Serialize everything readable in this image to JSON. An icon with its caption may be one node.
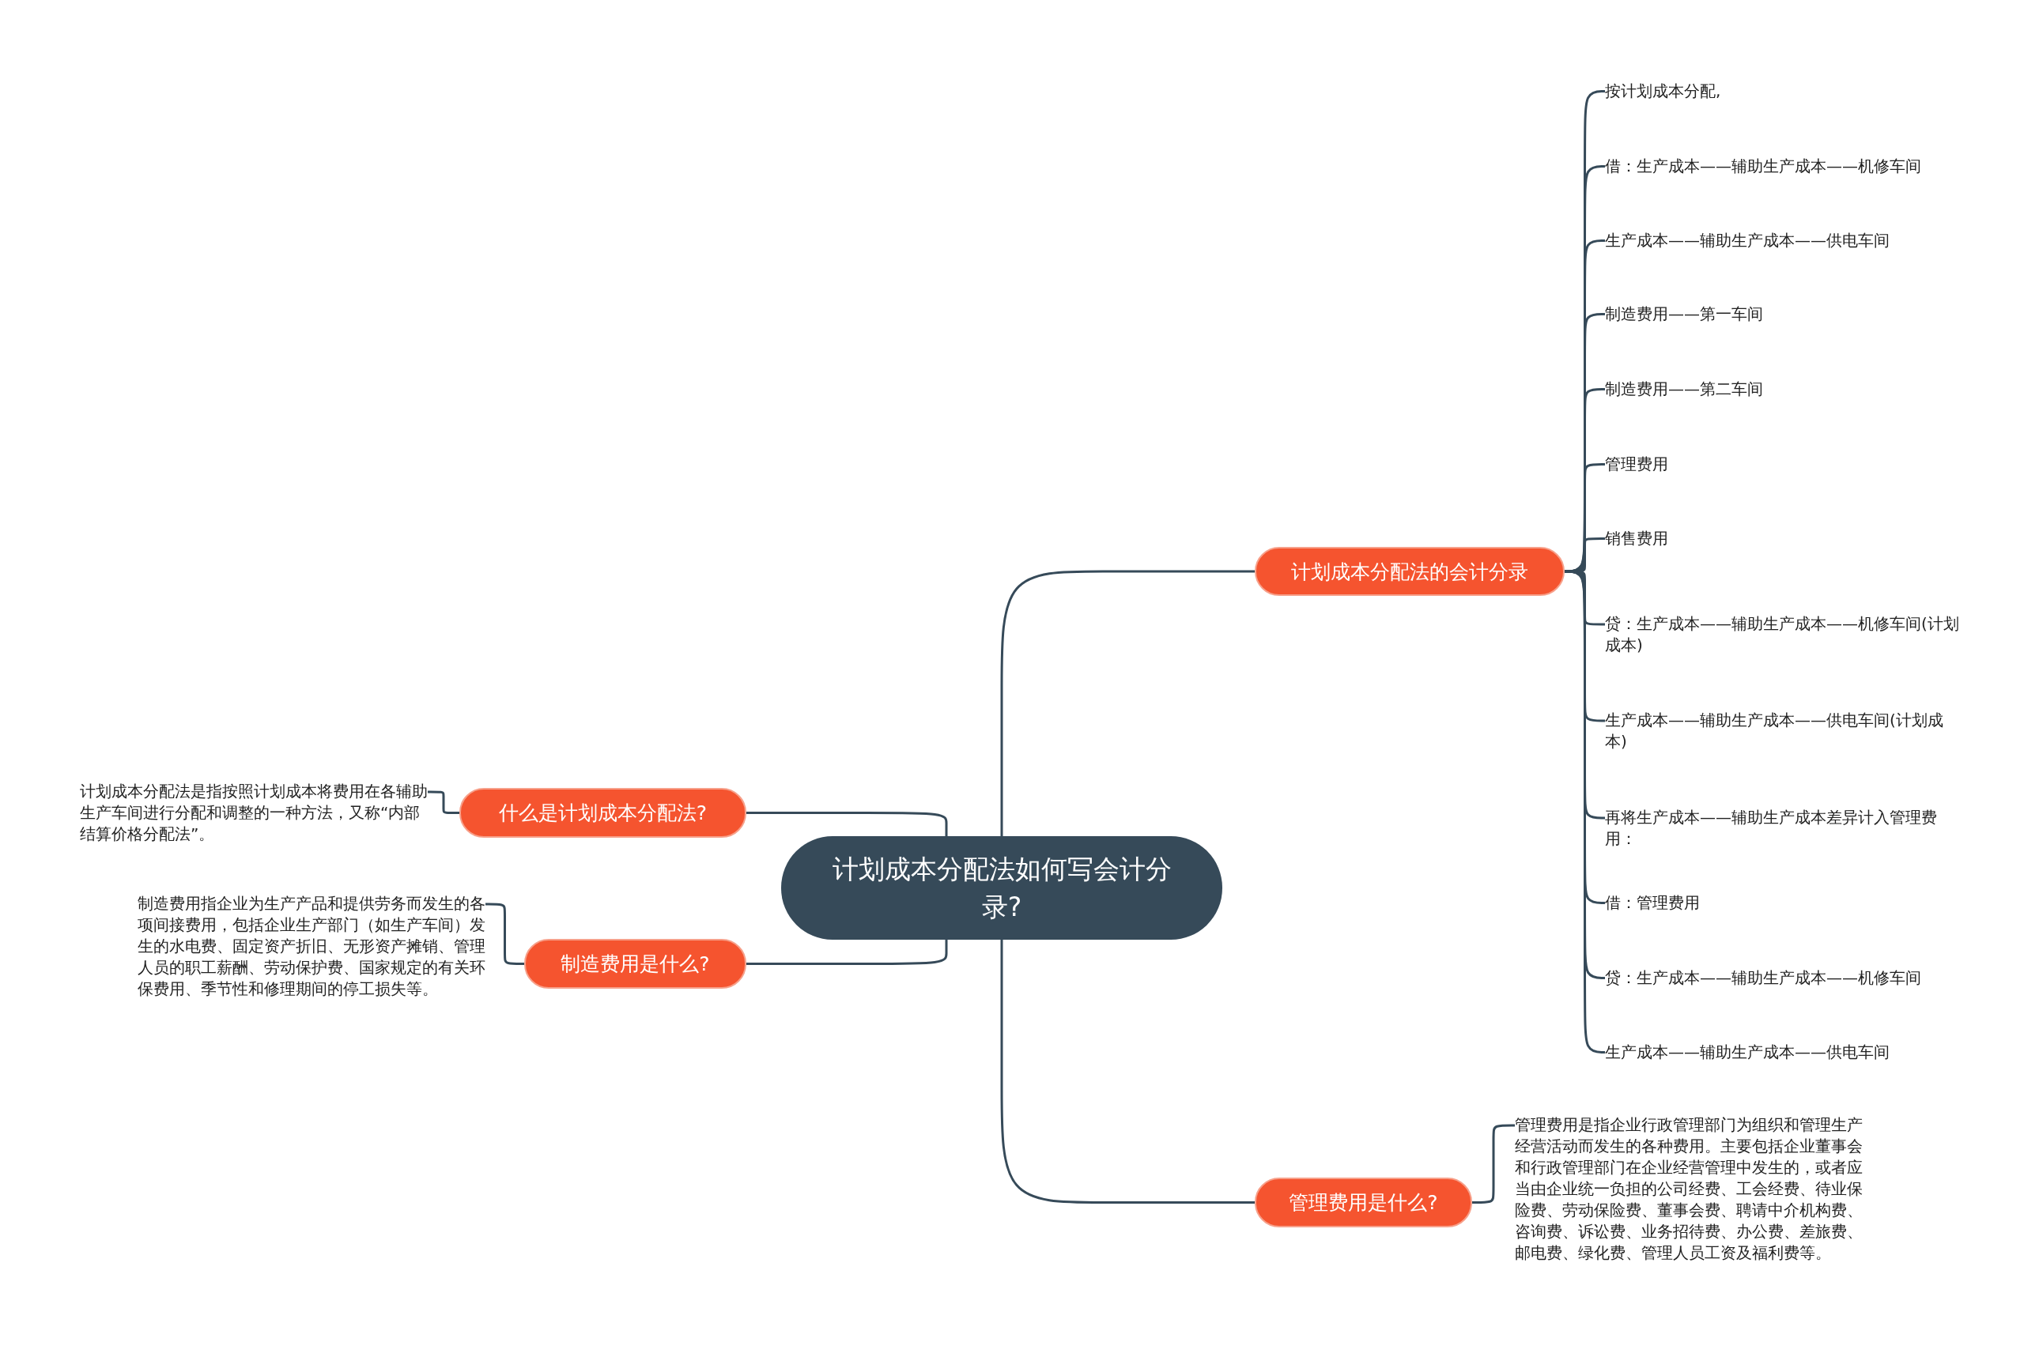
{
  "diagram": {
    "nodes": [
      {
        "text": [
          "计划成本分配法如何写会计分录?"
        ]
      },
      {
        "text": [
          "计划成本分配法的会计分录"
        ]
      },
      {
        "text": [
          "按计划成本分配,"
        ]
      },
      {
        "text": [
          "借：生产成本——辅助生产成本——机修车间"
        ]
      },
      {
        "text": [
          "生产成本——辅助生产成本——供电车间"
        ]
      },
      {
        "text": [
          "制造费用——第一车间"
        ]
      },
      {
        "text": [
          "制造费用——第二车间"
        ]
      },
      {
        "text": [
          "管理费用"
        ]
      },
      {
        "text": [
          "销售费用"
        ]
      },
      {
        "text": [
          "贷：生产成本——辅助生产成本——机修车间(计划成本)"
        ]
      },
      {
        "text": [
          "生产成本——辅助生产成本——供电车间(计划成本)"
        ]
      },
      {
        "text": [
          "再将生产成本——辅助生产成本差异计入管理费用："
        ]
      },
      {
        "text": [
          "借：管理费用"
        ]
      },
      {
        "text": [
          "贷：生产成本——辅助生产成本——机修车间"
        ]
      },
      {
        "text": [
          "生产成本——辅助生产成本——供电车间"
        ]
      },
      {
        "text": [
          "什么是计划成本分配法?"
        ]
      },
      {
        "text": [
          "计划成本分配法是指按照计划成本将费用在各辅助生产车间进行分配和调整的一种方法，又称“内部结算价格分配法”。"
        ]
      },
      {
        "text": [
          "制造费用是什么?"
        ]
      },
      {
        "text": [
          "制造费用指企业为生产产品和提供劳务而发生的各项间接费用，包括企业生产部门（如生产车间）发生的水电费、固定资产折旧、无形资产摊销、管理人员的职工薪酬、劳动保护费、国家规定的有关环保费用、季节性和修理期间的停工损失等。"
        ]
      },
      {
        "text": [
          "管理费用是什么?"
        ]
      },
      {
        "text": [
          "管理费用是指企业行政管理部门为组织和管理生产经营活动而发生的各种费用。主要包括企业董事会和行政管理部门在企业经营管理中发生的，或者应当由企业统一负担的公司经费、工会经费、待业保险费、劳动保险费、董事会费、聘请中介机构费、咨询费、诉讼费、业务招待费、办公费、差旅费、邮电费、绿化费、管理人员工资及福利费等。"
        ]
      }
    ],
    "edges": [
      {
        "from": 0,
        "to": 1,
        "arrow": "none"
      },
      {
        "from": 1,
        "to": 2,
        "arrow": "none"
      },
      {
        "from": 1,
        "to": 3,
        "arrow": "none"
      },
      {
        "from": 1,
        "to": 4,
        "arrow": "none"
      },
      {
        "from": 1,
        "to": 5,
        "arrow": "none"
      },
      {
        "from": 1,
        "to": 6,
        "arrow": "none"
      },
      {
        "from": 1,
        "to": 7,
        "arrow": "none"
      },
      {
        "from": 1,
        "to": 8,
        "arrow": "none"
      },
      {
        "from": 1,
        "to": 9,
        "arrow": "none"
      },
      {
        "from": 1,
        "to": 10,
        "arrow": "none"
      },
      {
        "from": 1,
        "to": 11,
        "arrow": "none"
      },
      {
        "from": 1,
        "to": 12,
        "arrow": "none"
      },
      {
        "from": 1,
        "to": 13,
        "arrow": "none"
      },
      {
        "from": 1,
        "to": 14,
        "arrow": "none"
      },
      {
        "from": 0,
        "to": 15,
        "arrow": "none"
      },
      {
        "from": 15,
        "to": 16,
        "arrow": "none"
      },
      {
        "from": 0,
        "to": 17,
        "arrow": "none"
      },
      {
        "from": 17,
        "to": 18,
        "arrow": "none"
      },
      {
        "from": 0,
        "to": 19,
        "arrow": "none"
      },
      {
        "from": 19,
        "to": 20,
        "arrow": "none"
      }
    ]
  }
}
